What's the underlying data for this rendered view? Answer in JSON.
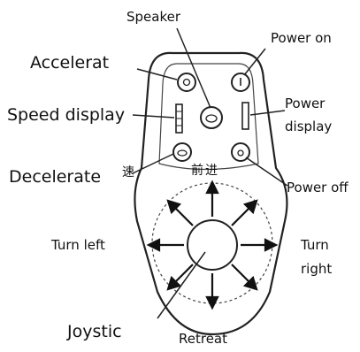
{
  "labels": {
    "speaker": "Speaker",
    "power_on": "Power on",
    "accelerat": "Accelerat",
    "speed_display": "Speed display",
    "power_display_line1": "Power",
    "power_display_line2": "display",
    "decelerate": "Decelerate",
    "power_off": "Power off",
    "turn_left": "Turn left",
    "turn_right_line1": "Turn",
    "turn_right_line2": "right",
    "joystic": "Joystic",
    "retreat": "Retreat"
  },
  "device_text": {
    "forward_cn": "前进",
    "side_cn": "速"
  },
  "colors": {
    "ink": "#111111",
    "line": "#222222",
    "background": "#ffffff"
  }
}
